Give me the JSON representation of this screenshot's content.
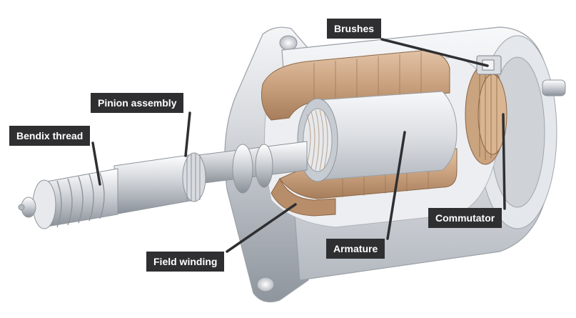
{
  "labels": {
    "brushes": "Brushes",
    "pinion_assembly": "Pinion assembly",
    "bendix_thread": "Bendix thread",
    "commutator": "Commutator",
    "armature": "Armature",
    "field_winding": "Field winding"
  },
  "colors": {
    "callout_bg": "#2f2f31",
    "callout_text": "#ffffff",
    "leader_line": "#2f2f31",
    "copper_winding": "#c9a17e",
    "steel": "#c8ccd2"
  }
}
